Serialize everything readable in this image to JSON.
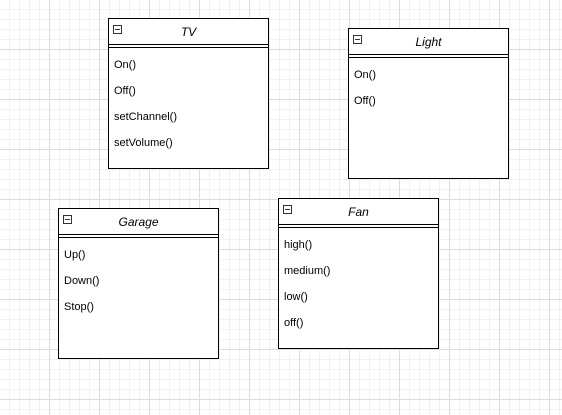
{
  "classes": [
    {
      "title": "TV",
      "methods": [
        "On()",
        "Off()",
        "setChannel()",
        "setVolume()"
      ]
    },
    {
      "title": "Light",
      "methods": [
        "On()",
        "Off()"
      ]
    },
    {
      "title": "Garage",
      "methods": [
        "Up()",
        "Down()",
        "Stop()"
      ]
    },
    {
      "title": "Fan",
      "methods": [
        "high()",
        "medium()",
        "low()",
        "off()"
      ]
    }
  ],
  "icons": {
    "collapse": "collapse-minus-icon"
  },
  "colors": {
    "border": "#000000",
    "grid": "#dcdcdc",
    "background": "#ffffff"
  }
}
